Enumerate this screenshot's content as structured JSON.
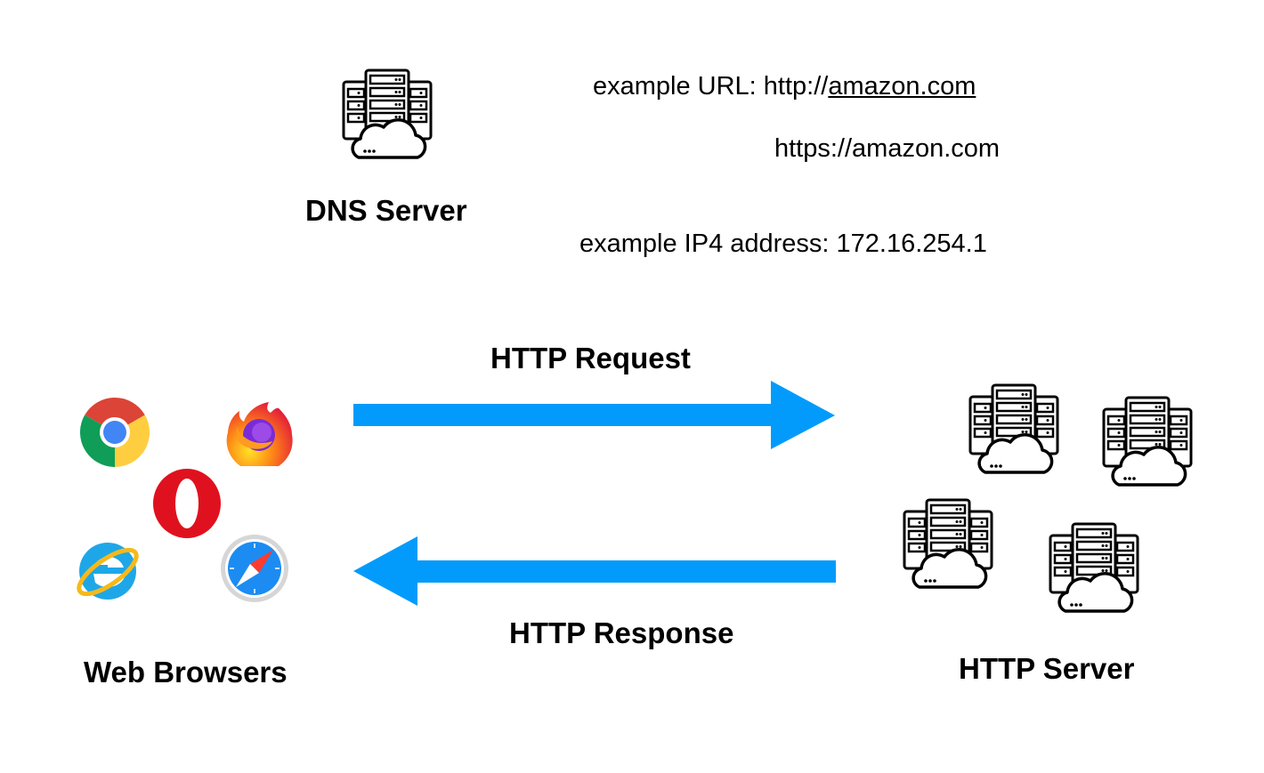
{
  "dns": {
    "label": "DNS Server",
    "icon": "server-cloud-icon"
  },
  "url_info": {
    "prefix": "example URL: http://",
    "link": "amazon.com",
    "https": "https://amazon.com",
    "ip": "example IP4 address: 172.16.254.1"
  },
  "request": {
    "label": "HTTP Request"
  },
  "response": {
    "label": "HTTP Response"
  },
  "browsers": {
    "label": "Web Browsers",
    "icons": [
      "chrome-icon",
      "firefox-icon",
      "opera-icon",
      "internet-explorer-icon",
      "safari-icon"
    ]
  },
  "server": {
    "label": "HTTP Server",
    "icon": "server-cloud-icon"
  },
  "colors": {
    "arrow": "#039BFB",
    "text": "#000000"
  }
}
